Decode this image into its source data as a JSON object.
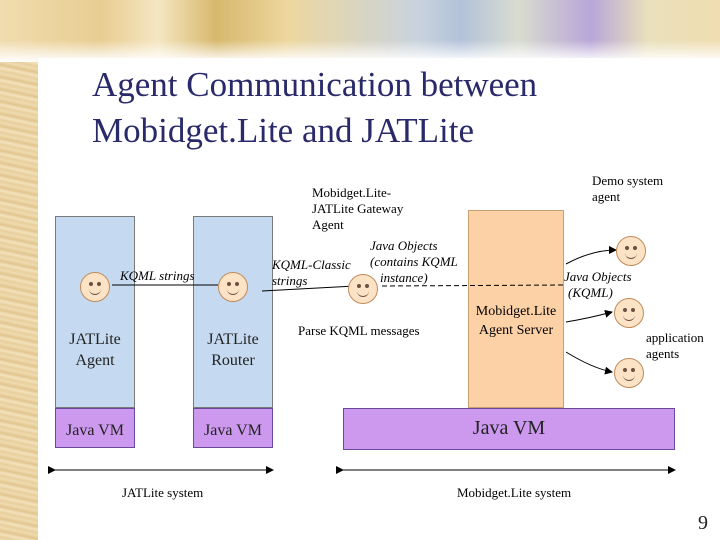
{
  "slide": {
    "title_line1": "Agent Communication between",
    "title_line2": "Mobidget.Lite and JATLite",
    "page_number": "9"
  },
  "labels": {
    "gateway_agent": [
      "Mobidget.Lite-",
      "JATLite Gateway",
      "Agent"
    ],
    "demo_system_agent": [
      "Demo system",
      "agent"
    ],
    "kqml_strings": "KQML strings",
    "kqml_classic_strings": [
      "KQML-Classic",
      "strings"
    ],
    "java_objects_kqml_instance": [
      "Java Objects",
      "(contains KQML",
      "instance)"
    ],
    "java_objects_kqml": [
      "Java Objects",
      "(KQML)"
    ],
    "parse_kqml_messages": "Parse KQML messages",
    "application_agents": [
      "application",
      "agents"
    ],
    "jatlite_agent": [
      "JATLite",
      "Agent"
    ],
    "jatlite_router": [
      "JATLite",
      "Router"
    ],
    "mobidget_agent_server": [
      "Mobidget.Lite",
      "Agent Server"
    ],
    "java_vm_1": "Java VM",
    "java_vm_2": "Java VM",
    "java_vm_3": "Java VM",
    "jatlite_system": "JATLite system",
    "mobidget_system": "Mobidget.Lite system"
  },
  "icons": [
    "smiley-face-icon"
  ],
  "colors": {
    "title": "#2a2a6a",
    "jatlite_box": "#c5daf0",
    "java_vm": "#cc99ee",
    "server": "#fdd1a6"
  }
}
